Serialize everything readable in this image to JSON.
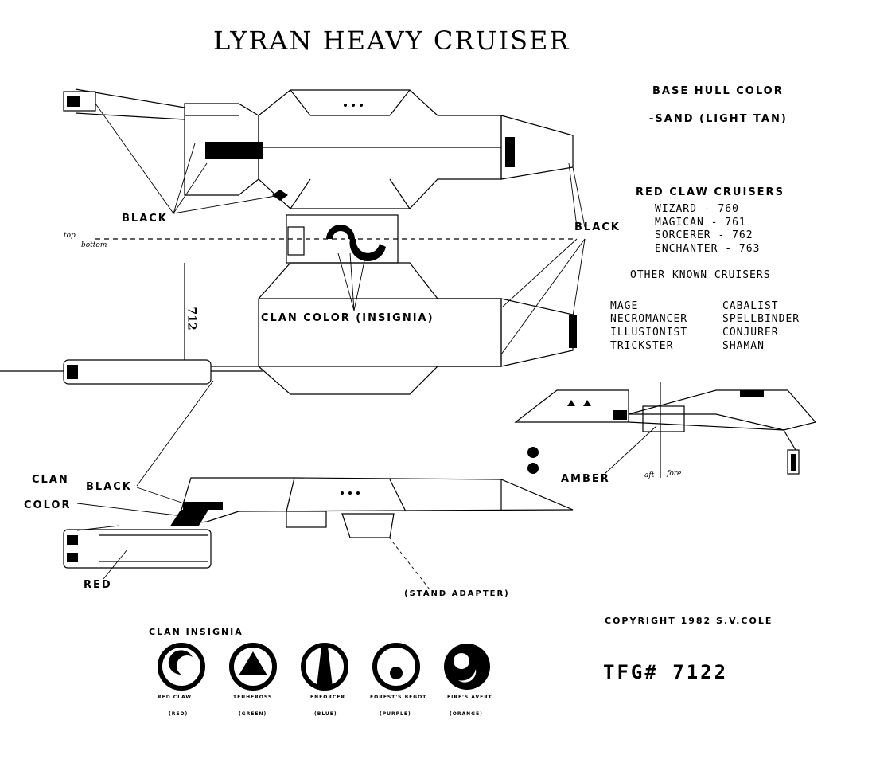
{
  "title": "LYRAN HEAVY CRUISER",
  "base_hull": {
    "line1": "BASE HULL COLOR",
    "line2": "-SAND (LIGHT TAN)"
  },
  "red_claw": {
    "heading": "RED CLAW CRUISERS",
    "ships": [
      "WIZARD - 760",
      "MAGICAN - 761",
      "SORCERER - 762",
      "ENCHANTER - 763"
    ]
  },
  "other": {
    "heading": "OTHER KNOWN CRUISERS",
    "col1": [
      "MAGE",
      "NECROMANCER",
      "ILLUSIONIST",
      "TRICKSTER"
    ],
    "col2": [
      "CABALIST",
      "SPELLBINDER",
      "CONJURER",
      "SHAMAN"
    ]
  },
  "labels": {
    "black_top_left": "BLACK",
    "black_top_right": "BLACK",
    "clan_color_insignia": "CLAN COLOR (INSIGNIA)",
    "clan": "CLAN",
    "color": "COLOR",
    "black_side": "BLACK",
    "red": "RED",
    "stand_adapter": "(STAND ADAPTER)",
    "amber": "AMBER",
    "top": "top",
    "bottom": "bottom",
    "aft": "aft",
    "fore": "fore",
    "hull_number": "712"
  },
  "insignia": {
    "heading": "CLAN INSIGNIA",
    "items": [
      {
        "name": "RED CLAW",
        "color": "(RED)"
      },
      {
        "name": "TEUHEROSS",
        "color": "(GREEN)"
      },
      {
        "name": "ENFORCER",
        "color": "(BLUE)"
      },
      {
        "name": "FOREST'S BEGOT",
        "color": "(PURPLE)"
      },
      {
        "name": "FIRE'S AVERT",
        "color": "(ORANGE)"
      }
    ]
  },
  "copyright": "COPYRIGHT 1982 S.V.COLE",
  "catalog": "TFG# 7122"
}
